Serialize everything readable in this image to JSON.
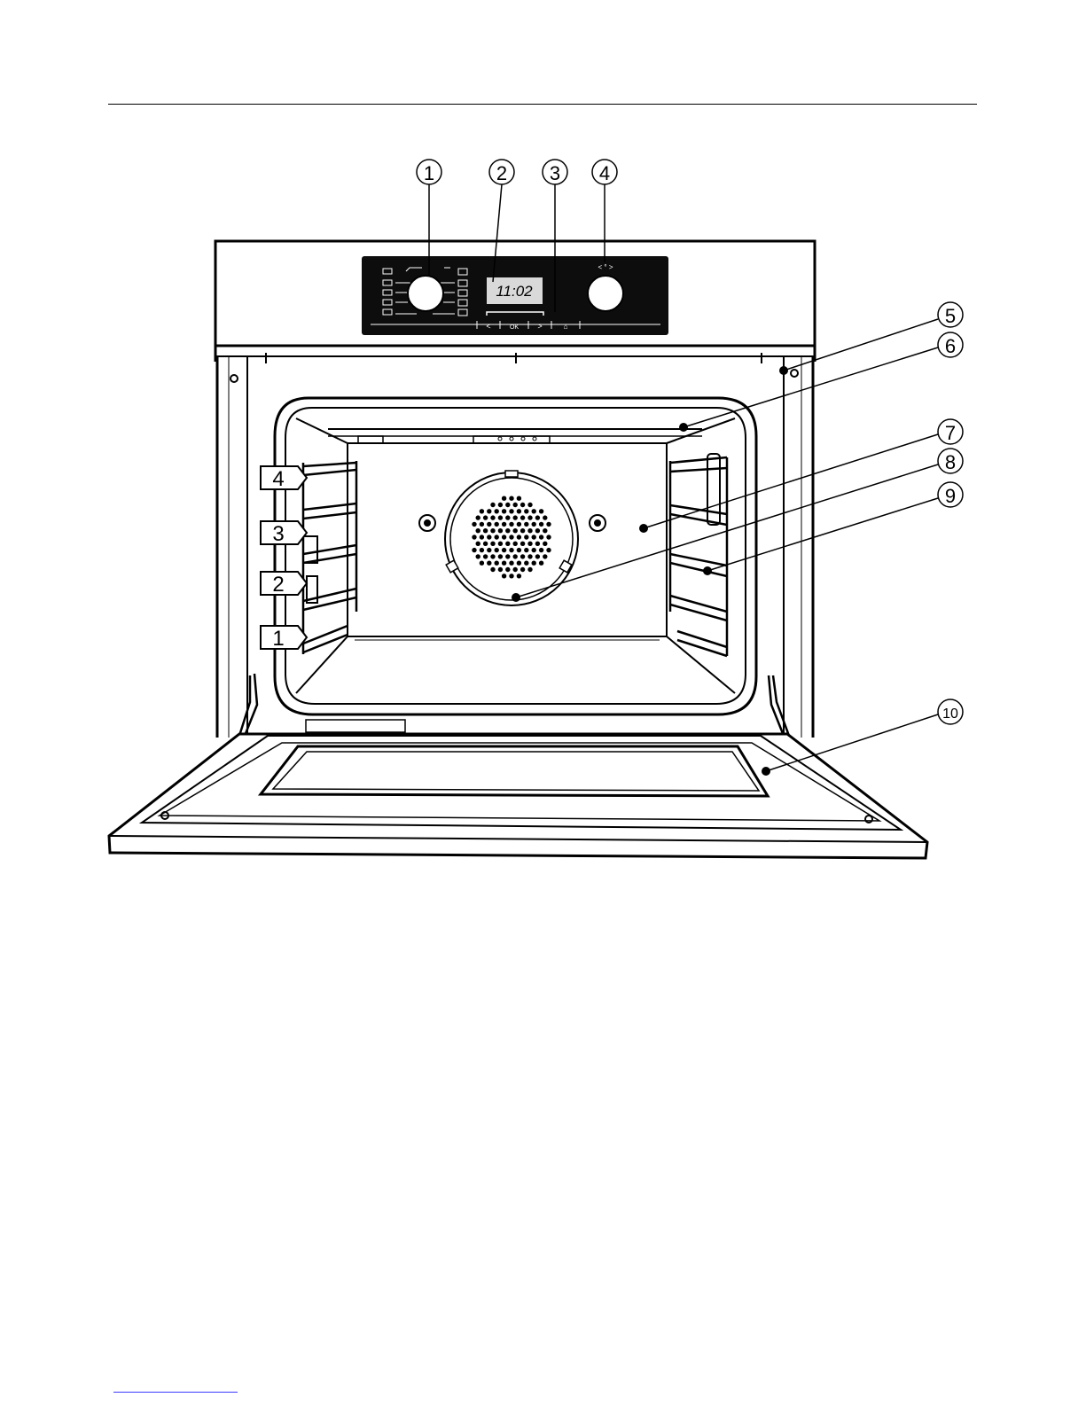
{
  "display": {
    "time": "11:02"
  },
  "control_panel": {
    "buttons": {
      "back": "<",
      "ok": "OK",
      "forward": ">",
      "home": "⌂"
    },
    "temp_knob_label": "< ° >"
  },
  "callouts": [
    {
      "number": "1"
    },
    {
      "number": "2"
    },
    {
      "number": "3"
    },
    {
      "number": "4"
    },
    {
      "number": "5"
    },
    {
      "number": "6"
    },
    {
      "number": "7"
    },
    {
      "number": "8"
    },
    {
      "number": "9"
    },
    {
      "number": "10"
    }
  ],
  "shelf_levels": [
    {
      "label": "4"
    },
    {
      "label": "3"
    },
    {
      "label": "2"
    },
    {
      "label": "1"
    }
  ]
}
